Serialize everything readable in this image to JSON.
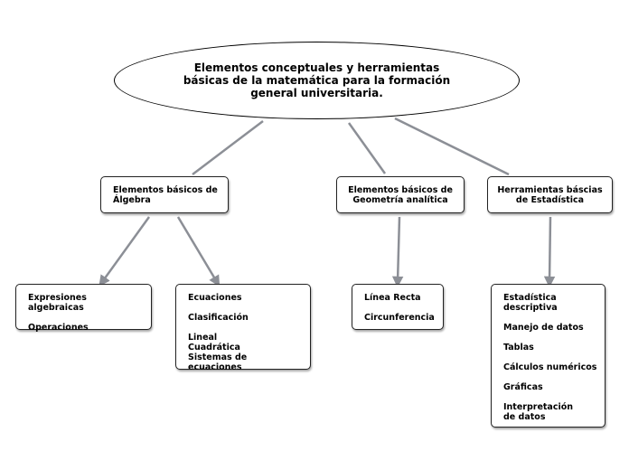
{
  "root": "Elementos conceptuales y herramientas básicas de la matemática para la formación general universitaria.",
  "nodes": {
    "algebra": "Elementos básicos de Álgebra",
    "geometria": "Elementos básicos de Geometría analítica",
    "estadistica": "Herramientas báscias de Estadística"
  },
  "leaves": {
    "expresiones": [
      "Expresiones algebraicas",
      "Operaciones"
    ],
    "ecuaciones": [
      "Ecuaciones",
      "Clasificación",
      "Lineal\nCuadrática\nSistemas de ecuaciones"
    ],
    "recta": [
      "Línea Recta",
      "Circunferencia"
    ],
    "estadistica_items": [
      "Estadística descriptiva",
      "Manejo de datos",
      "Tablas",
      "Cálculos numéricos",
      "Gráficas",
      "Interpretación de datos"
    ]
  },
  "colors": {
    "connector": "#8c8f96",
    "border": "#222222"
  }
}
